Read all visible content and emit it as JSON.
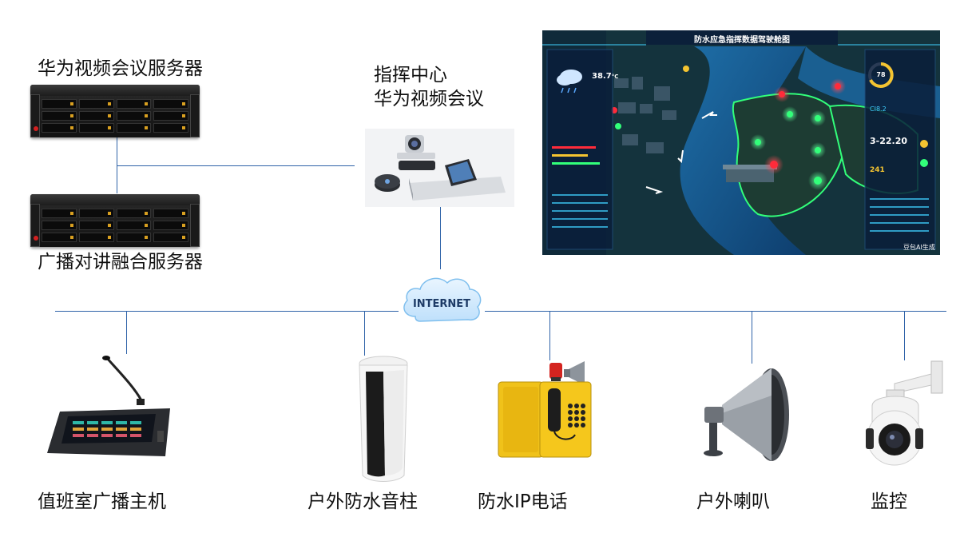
{
  "servers": {
    "video_server_label": "华为视频会议服务器",
    "broadcast_server_label": "广播对讲融合服务器"
  },
  "command_center": {
    "line1": "指挥中心",
    "line2": "华为视频会议"
  },
  "network": {
    "cloud_label": "INTERNET"
  },
  "dashboard": {
    "title": "防水应急指挥数据驾驶舱图",
    "temperature": "38.7",
    "temp_unit": "°C",
    "gauge_value": "78",
    "clock": "3-22.20",
    "code_text": "CI8.2",
    "num_text": "241",
    "watermark": "豆包AI生成",
    "colors": {
      "bg": "#0b1b35",
      "accent_green": "#32ff7a",
      "accent_red": "#ff2b3a",
      "accent_cyan": "#3fd0ff",
      "accent_yellow": "#f4c431"
    }
  },
  "devices": [
    {
      "label": "值班室广播主机",
      "icon": "broadcast-console-icon"
    },
    {
      "label": "户外防水音柱",
      "icon": "column-speaker-icon"
    },
    {
      "label": "防水IP电话",
      "icon": "ip-phone-icon"
    },
    {
      "label": "户外喇叭",
      "icon": "horn-speaker-icon"
    },
    {
      "label": "监控",
      "icon": "dome-camera-icon"
    }
  ],
  "line_color": "#2f63a8"
}
